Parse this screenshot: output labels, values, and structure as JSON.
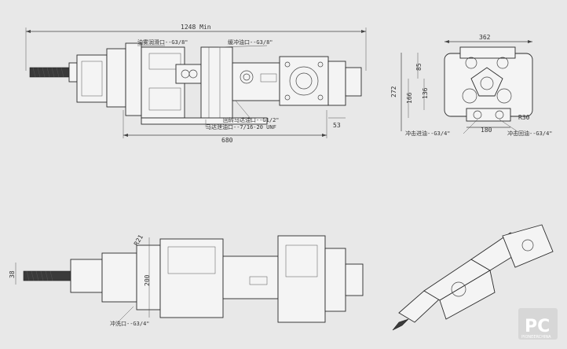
{
  "top_view": {
    "overall_length": "1248 Min",
    "body_length": "680",
    "tail_dim": "53",
    "callouts": {
      "lube_port": "油雾润滑口--G3/8\"",
      "flush_port": "缓冲油口--G3/8\"",
      "rotation_return": "回转马达油口--G1/2\"",
      "motor_drain": "马达泄油口--7/16-20 UNF"
    }
  },
  "end_view": {
    "width": "362",
    "height": "272",
    "dim_85": "85",
    "dim_166": "166",
    "dim_136": "136",
    "dim_180": "180",
    "dim_r30": "R30",
    "port_left": "冲击进油--G3/4\"",
    "port_right": "冲击回油--G3/4\""
  },
  "side_view": {
    "dim_38": "38",
    "dim_200": "200",
    "dim_r21": "R21",
    "flush_port": "冲洗口--G3/4\""
  },
  "logo": {
    "mark": "PC",
    "subtext": "PIONEERCHINA"
  },
  "colors": {
    "background": "#e8e8e8",
    "line": "#2a2a2a",
    "logo": "#ffffff"
  }
}
